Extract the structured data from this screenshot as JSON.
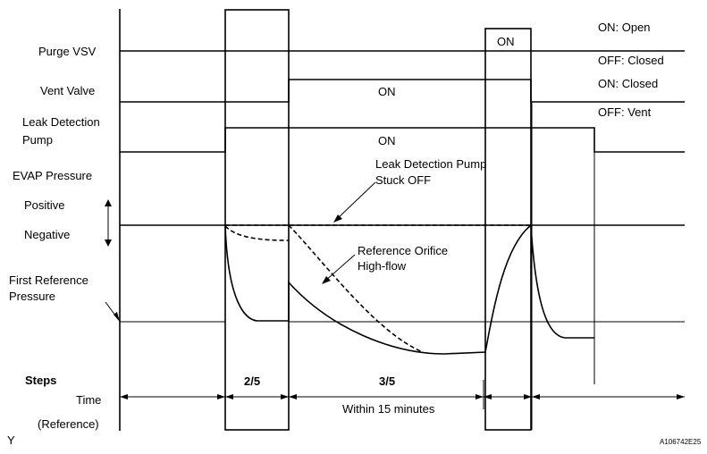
{
  "labels": {
    "purge_vsv": "Purge VSV",
    "vent_valve": "Vent Valve",
    "leak_detection_line1": "Leak Detection",
    "leak_detection_line2": "Pump",
    "evap_pressure": "EVAP Pressure",
    "positive": "Positive",
    "negative": "Negative",
    "first_ref_line1": "First Reference",
    "first_ref_line2": "Pressure",
    "steps": "Steps",
    "time": "Time",
    "reference": "(Reference)"
  },
  "states": {
    "purge_on_open": "ON: Open",
    "purge_off_closed": "OFF: Closed",
    "vent_on_closed": "ON: Closed",
    "vent_off_vent": "OFF: Vent"
  },
  "signals": {
    "purge_on": "ON",
    "vent_on": "ON",
    "pump_on": "ON"
  },
  "annotations": {
    "stuck_off_line1": "Leak Detection Pump",
    "stuck_off_line2": "Stuck OFF",
    "orifice_line1": "Reference Orifice",
    "orifice_line2": "High-flow"
  },
  "steps": {
    "step_a": "2/5",
    "step_b": "3/5",
    "duration": "Within 15 minutes"
  },
  "footer": {
    "corner_mark": "Y",
    "figure_id": "A106742E25"
  }
}
